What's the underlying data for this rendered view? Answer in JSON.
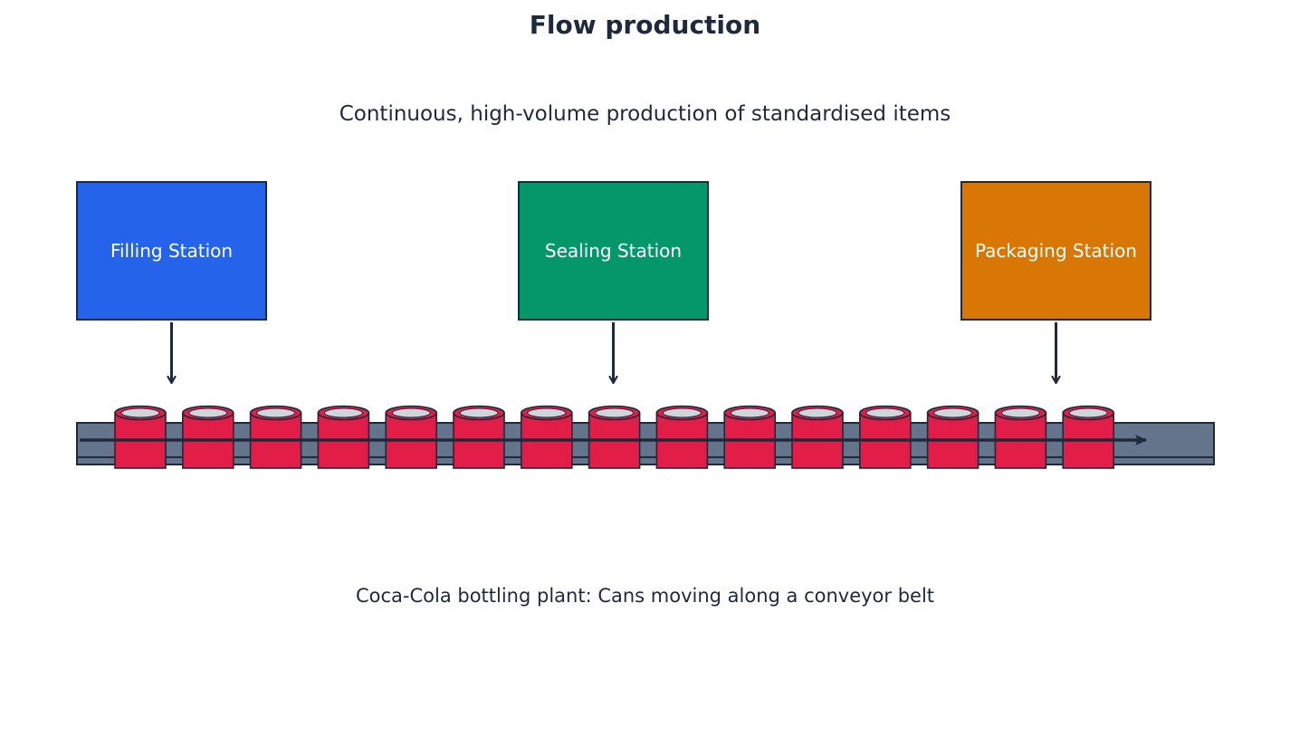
{
  "title": "Flow production",
  "subtitle": "Continuous, high-volume production of standardised items",
  "stations": [
    {
      "label": "Filling Station",
      "color": "#2563eb"
    },
    {
      "label": "Sealing Station",
      "color": "#059669"
    },
    {
      "label": "Packaging Station",
      "color": "#d97706"
    }
  ],
  "conveyor": {
    "can_count": 15,
    "belt_color": "#64748b",
    "can_color": "#e11d48",
    "can_top_color": "#d1d5db"
  },
  "caption": "Coca-Cola bottling plant: Cans moving along a conveyor belt",
  "colors": {
    "text": "#1e293b",
    "outline": "#1e293b",
    "station_text": "#ffffff"
  }
}
